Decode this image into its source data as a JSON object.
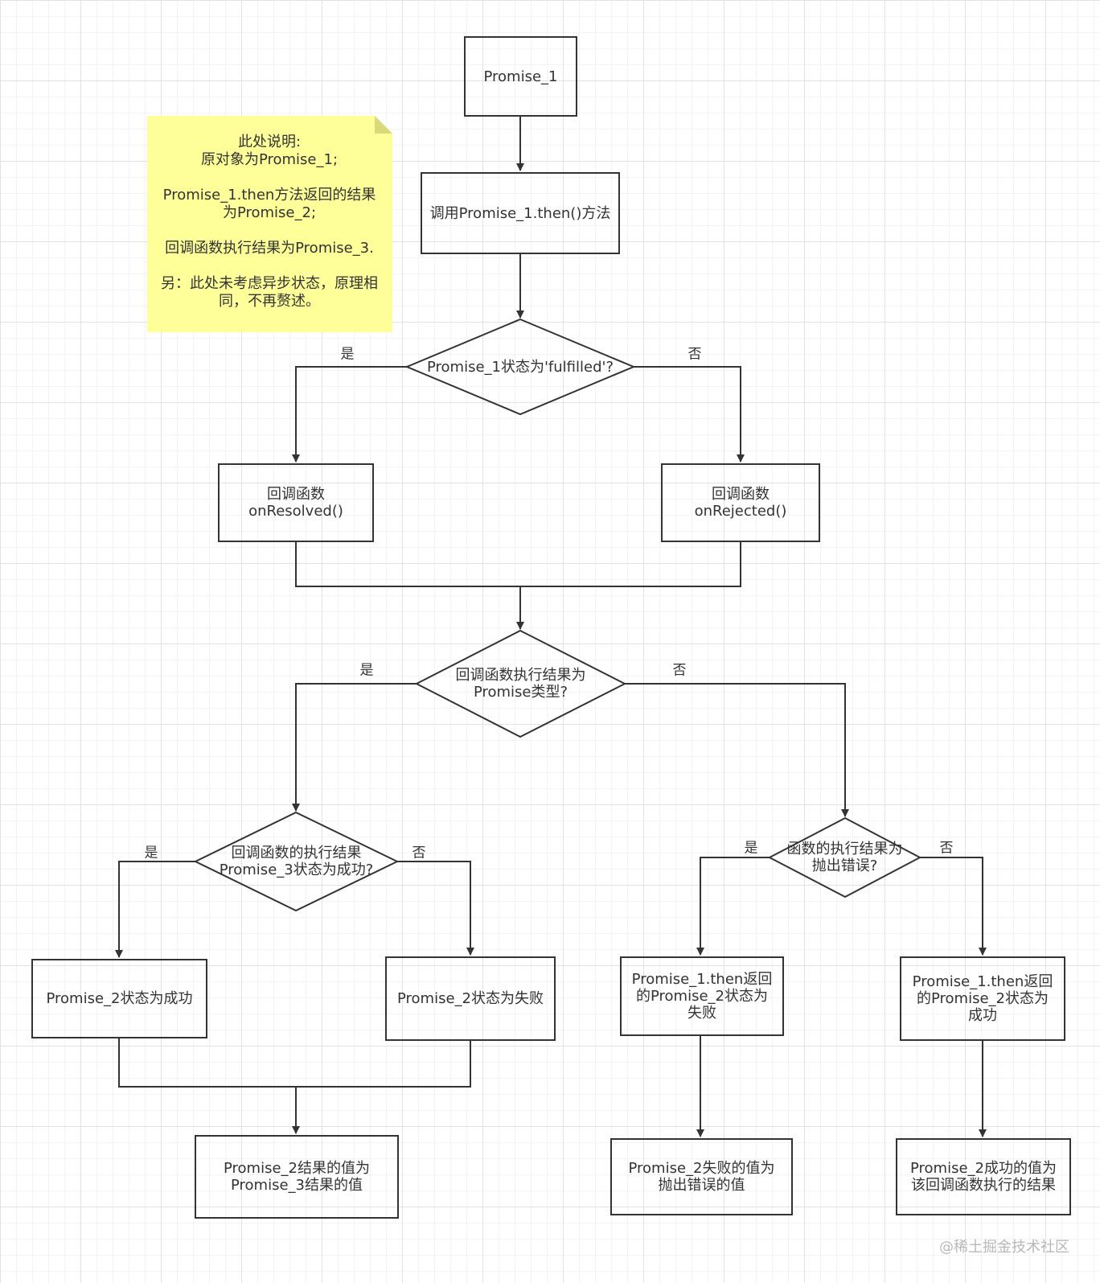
{
  "nodes": {
    "promise1": "Promise_1",
    "call_then": "调用Promise_1.then()方法",
    "decision_fulfilled": "Promise_1状态为'fulfilled'?",
    "on_resolved": "回调函数\nonResolved()",
    "on_rejected": "回调函数\nonRejected()",
    "decision_promise_type": "回调函数执行结果为\nPromise类型?",
    "decision_promise3_success": "回调函数的执行结果\nPromise_3状态为成功?",
    "decision_throw": "函数的执行结果为\n抛出错误?",
    "p2_success": "Promise_2状态为成功",
    "p2_fail": "Promise_2状态为失败",
    "p2_then_fail": "Promise_1.then返回\n的Promise_2状态为\n失败",
    "p2_then_success": "Promise_1.then返回\n的Promise_2状态为\n成功",
    "p2_value_p3": "Promise_2结果的值为\nPromise_3结果的值",
    "p2_fail_value": "Promise_2失败的值为\n抛出错误的值",
    "p2_success_value": "Promise_2成功的值为\n该回调函数执行的结果"
  },
  "note": {
    "text": "此处说明:\n原对象为Promise_1;\n\nPromise_1.then方法返回的结果\n为Promise_2;\n\n回调函数执行结果为Promise_3.\n\n另：此处未考虑异步状态，原理相\n同，不再赘述。"
  },
  "edge_labels": {
    "yes": "是",
    "no": "否"
  },
  "watermark": "@稀土掘金技术社区",
  "colors": {
    "stroke": "#333333",
    "note_bg": "#ffff99",
    "grid": "#e2e2e2"
  }
}
